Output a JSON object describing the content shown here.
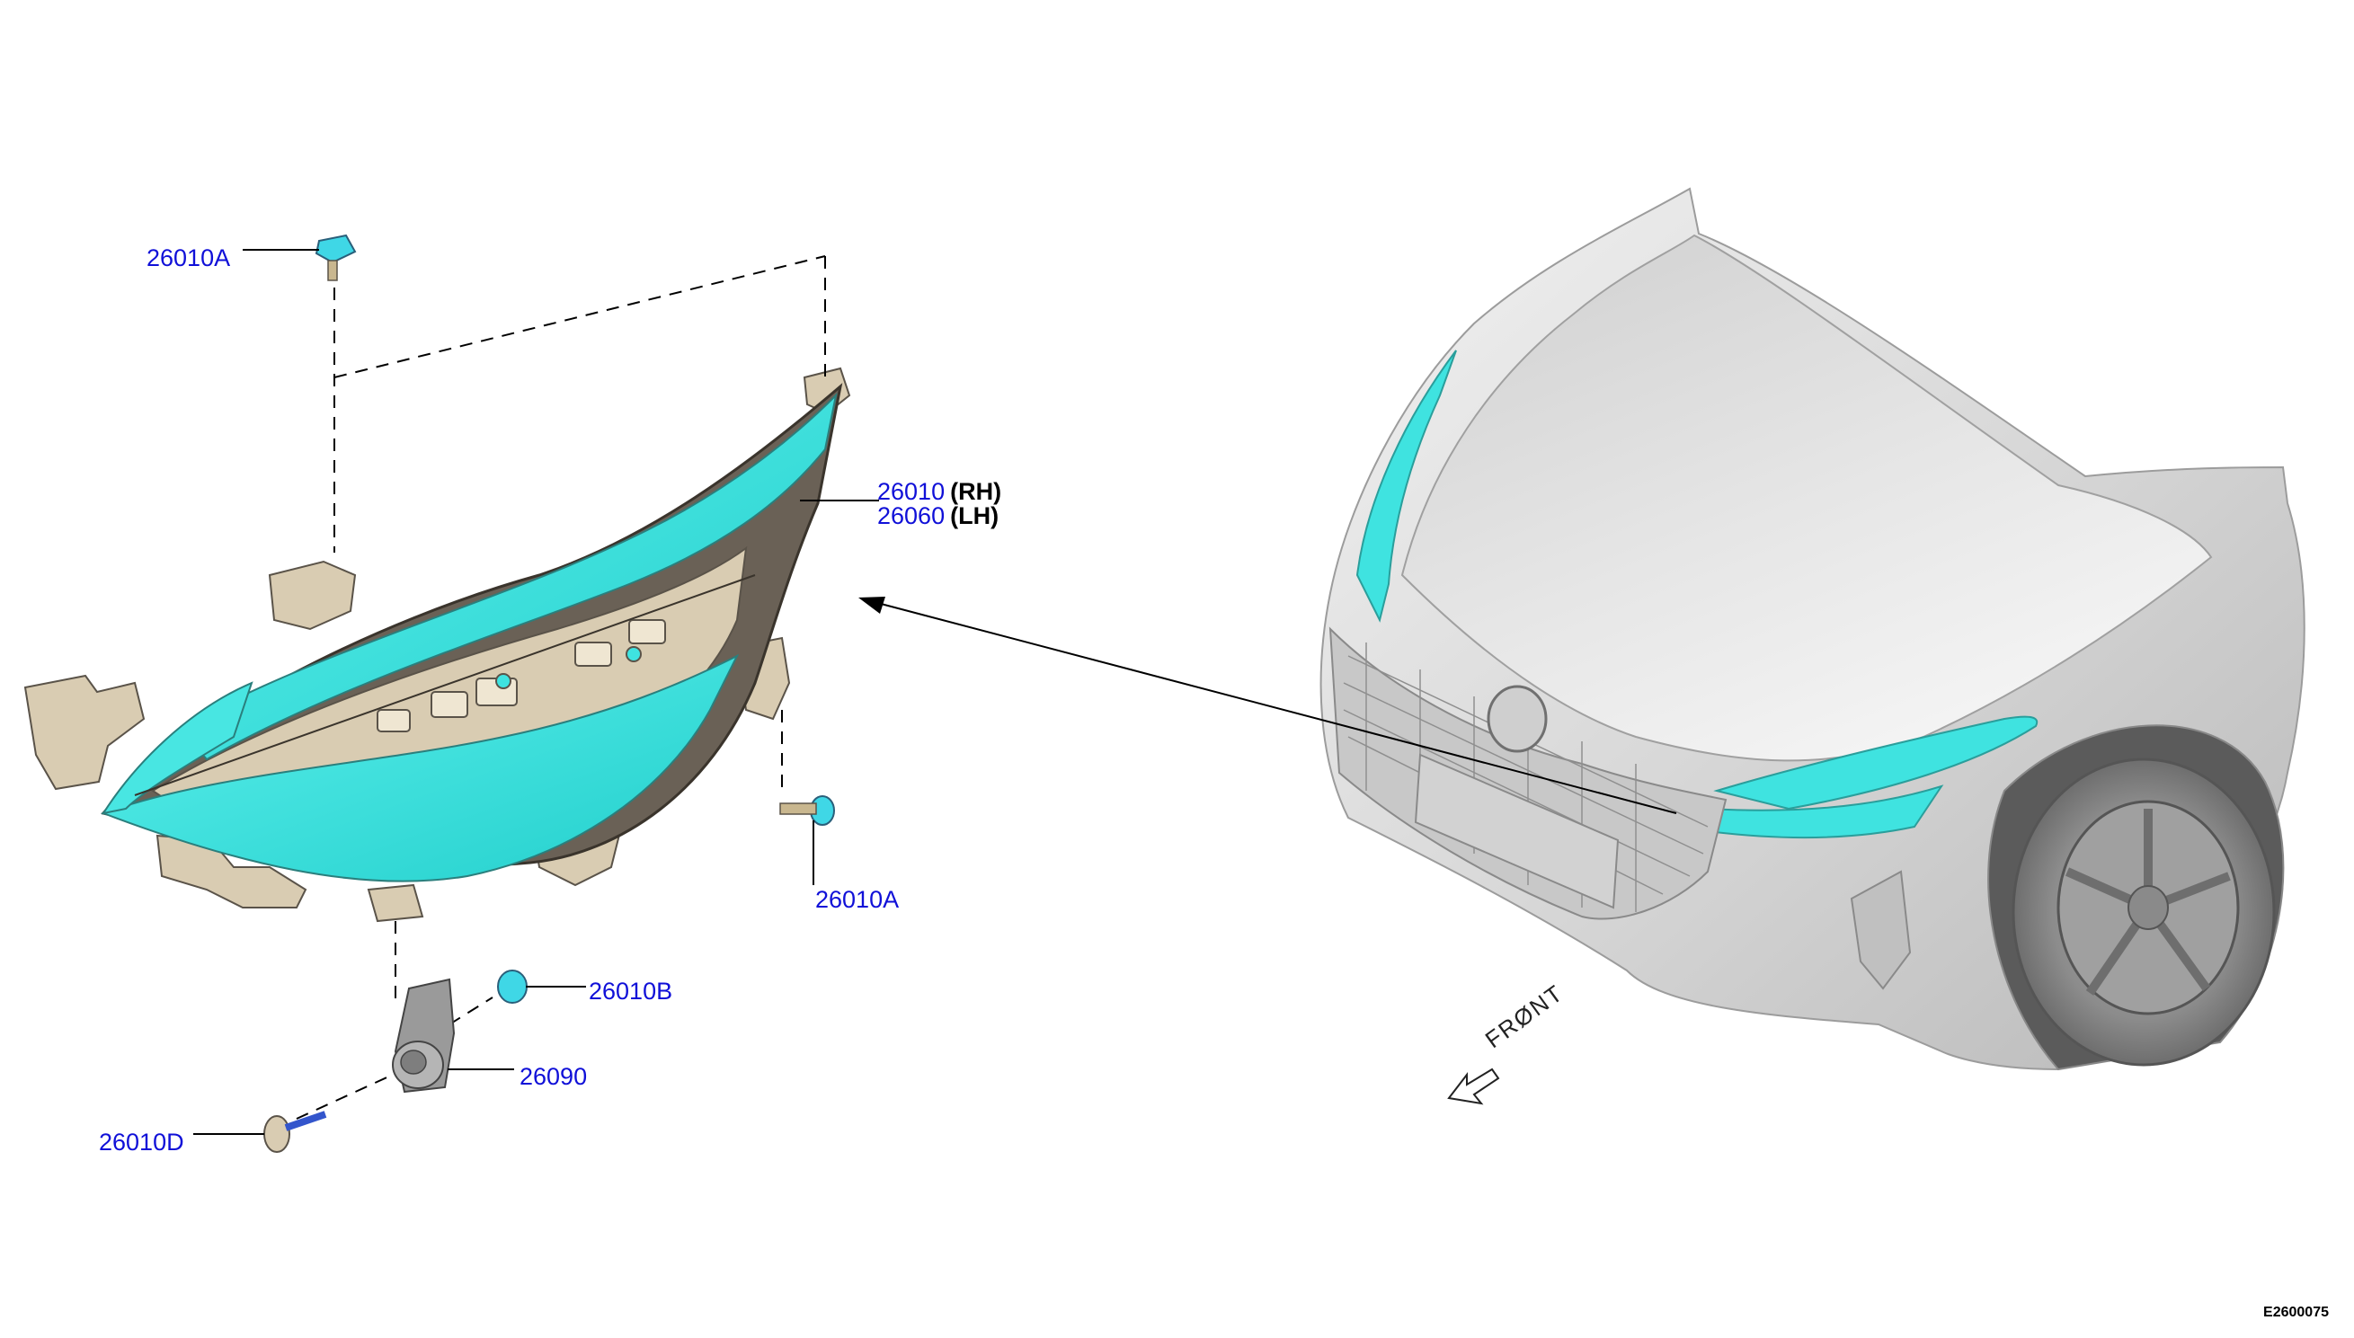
{
  "callouts": {
    "part_26010A_top": "26010A",
    "part_26010_rh_num": "26010",
    "part_26010_rh_side": "(RH)",
    "part_26060_lh_num": "26060",
    "part_26060_lh_side": "(LH)",
    "part_26010A_bottom": "26010A",
    "part_26010B": "26010B",
    "part_26090": "26090",
    "part_26010D": "26010D"
  },
  "front_indicator": "FRØNT",
  "diagram_code": "E2600075",
  "colors": {
    "lens": "#3fe3e0",
    "housing": "#d9ccb2",
    "housing_dark": "#5a5349",
    "car_body": "#d6d6d6",
    "callout_text": "#1010d8",
    "leader": "#000000"
  }
}
